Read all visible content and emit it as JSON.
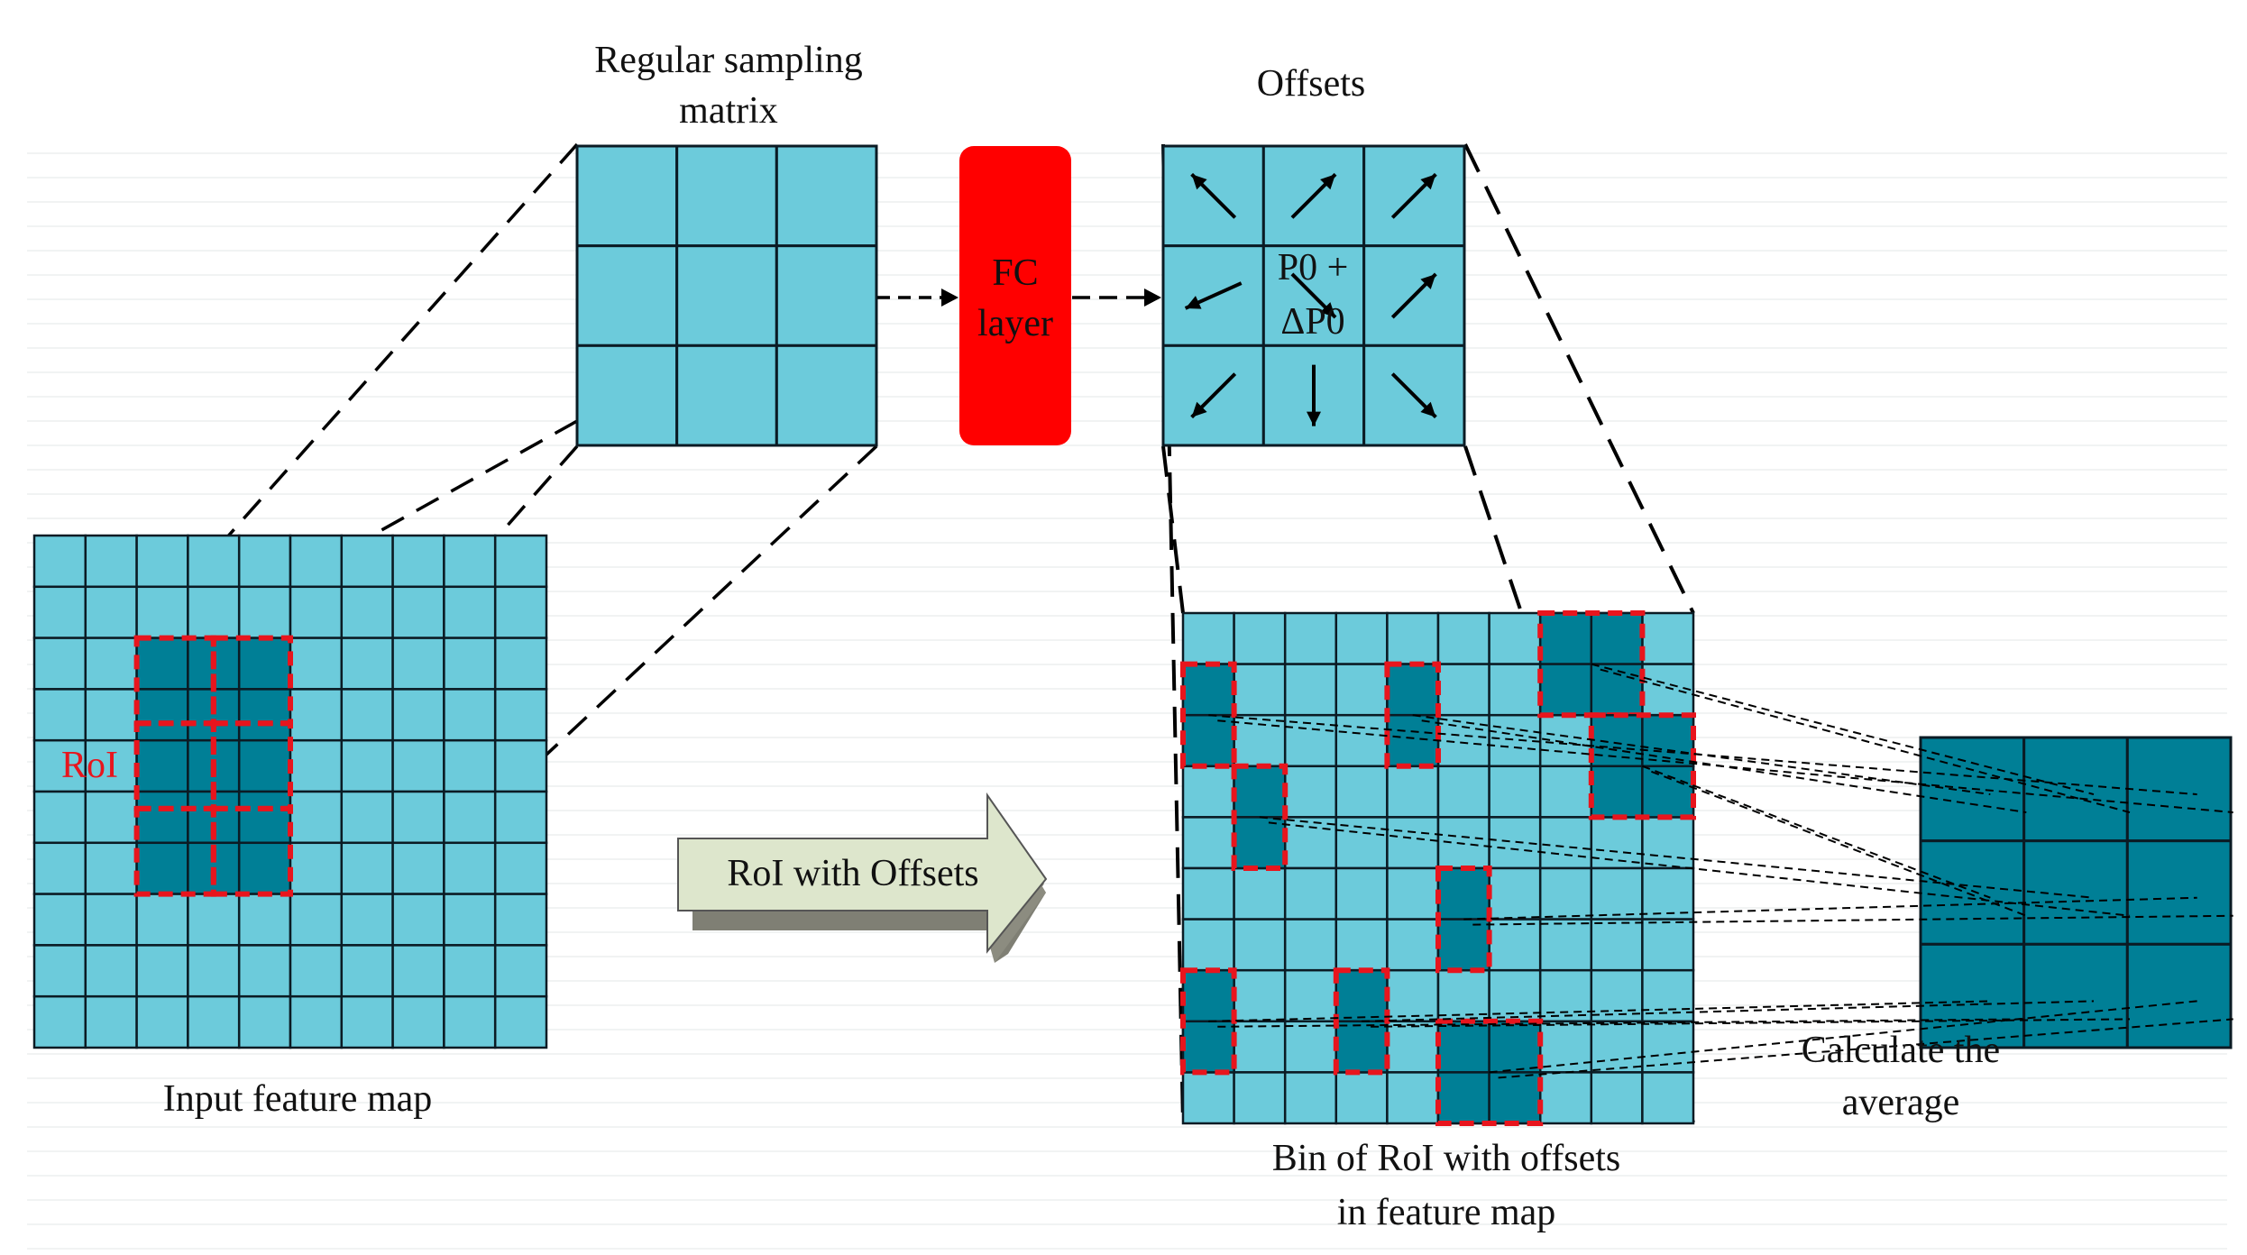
{
  "colors": {
    "cell_light": "#6ccbdb",
    "cell_dark": "#007f96",
    "grid_line": "#0b1b24",
    "roi_dash": "#e8151d",
    "fc_fill": "#ff0000",
    "arrow_fill": "#dde6cc",
    "arrow_shade": "#7f7f74",
    "dash_line": "#000000"
  },
  "labels": {
    "regular_matrix_line1": "Regular sampling",
    "regular_matrix_line2": "matrix",
    "fc_line1": "FC",
    "fc_line2": "layer",
    "offsets": "Offsets",
    "p0_line1": "P0 +",
    "p0_line2": "ΔP0",
    "roi": "RoI",
    "roi_with_offsets": "RoI with Offsets",
    "input_feature_map": "Input feature map",
    "bin_line1": "Bin of RoI with offsets",
    "bin_line2": "in feature map",
    "average_line1": "Calculate the",
    "average_line2": "average"
  },
  "grids": {
    "input_feature_map": {
      "rows": 10,
      "cols": 10
    },
    "regular_sampling_matrix": {
      "rows": 3,
      "cols": 3
    },
    "offsets_matrix": {
      "rows": 3,
      "cols": 3
    },
    "bin_feature_map": {
      "rows": 10,
      "cols": 10
    },
    "output_bin": {
      "rows": 3,
      "cols": 3
    }
  },
  "roi_cells": [
    [
      2,
      2
    ],
    [
      2,
      3
    ],
    [
      2,
      4
    ],
    [
      3,
      2
    ],
    [
      3,
      3
    ],
    [
      3,
      4
    ],
    [
      4,
      2
    ],
    [
      4,
      3
    ],
    [
      4,
      4
    ],
    [
      5,
      2
    ],
    [
      5,
      3
    ],
    [
      5,
      4
    ],
    [
      6,
      2
    ],
    [
      6,
      3
    ],
    [
      6,
      4
    ]
  ],
  "offset_arrow_directions": [
    "up-left",
    "up-right",
    "up-right",
    "left",
    "down-right",
    "up-right",
    "down-left",
    "down",
    "down-right"
  ],
  "offset_bins": [
    {
      "row": 1,
      "col": 4,
      "rows": 2,
      "cols": 1
    },
    {
      "row": 0,
      "col": 7,
      "rows": 2,
      "cols": 2
    },
    {
      "row": 1,
      "col": 0,
      "rows": 2,
      "cols": 1
    },
    {
      "row": 2,
      "col": 8,
      "rows": 2,
      "cols": 2
    },
    {
      "row": 3,
      "col": 1,
      "rows": 2,
      "cols": 1
    },
    {
      "row": 5,
      "col": 5,
      "rows": 2,
      "cols": 1
    },
    {
      "row": 7,
      "col": 0,
      "rows": 2,
      "cols": 1
    },
    {
      "row": 7,
      "col": 3,
      "rows": 2,
      "cols": 1
    },
    {
      "row": 8,
      "col": 5,
      "rows": 2,
      "cols": 2
    }
  ]
}
